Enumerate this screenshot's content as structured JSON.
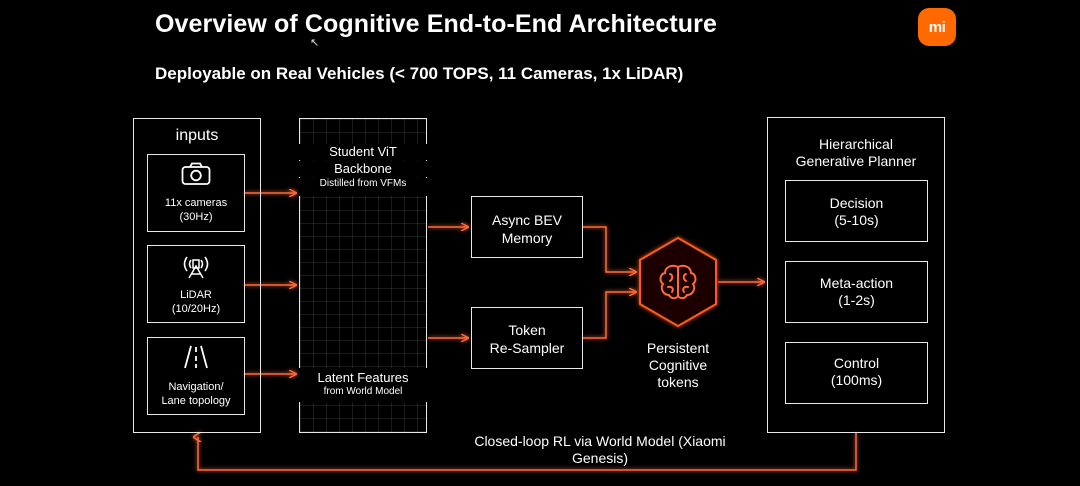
{
  "header": {
    "title": "Overview of Cognitive End-to-End Architecture",
    "subtitle": "Deployable on Real Vehicles (< 700 TOPS, 11 Cameras, 1x LiDAR)",
    "logo_text": "mi",
    "logo_color": "#ff6900"
  },
  "inputs": {
    "title": "inputs",
    "items": [
      {
        "icon": "camera-icon",
        "line1": "11x cameras",
        "line2": "(30Hz)"
      },
      {
        "icon": "lidar-icon",
        "line1": "LiDAR",
        "line2": "(10/20Hz)"
      },
      {
        "icon": "road-icon",
        "line1": "Navigation/",
        "line2": "Lane topology"
      }
    ]
  },
  "backbone": {
    "top_title1": "Student ViT",
    "top_title2": "Backbone",
    "top_sub": "Distilled from VFMs",
    "bottom_title": "Latent Features",
    "bottom_sub": "from World Model"
  },
  "middle": {
    "bev_line1": "Async BEV",
    "bev_line2": "Memory",
    "token_line1": "Token",
    "token_line2": "Re-Sampler"
  },
  "cognitive": {
    "line1": "Persistent",
    "line2": "Cognitive",
    "line3": "tokens",
    "icon": "brain-icon",
    "accent": "#ff5a1f"
  },
  "planner": {
    "title_line1": "Hierarchical",
    "title_line2": "Generative Planner",
    "items": [
      {
        "label": "Decision",
        "sub": "(5-10s)"
      },
      {
        "label": "Meta-action",
        "sub": "(1-2s)"
      },
      {
        "label": "Control",
        "sub": "(100ms)"
      }
    ]
  },
  "feedback": {
    "line1": "Closed-loop RL via World Model (Xiaomi",
    "line2": "Genesis)"
  }
}
